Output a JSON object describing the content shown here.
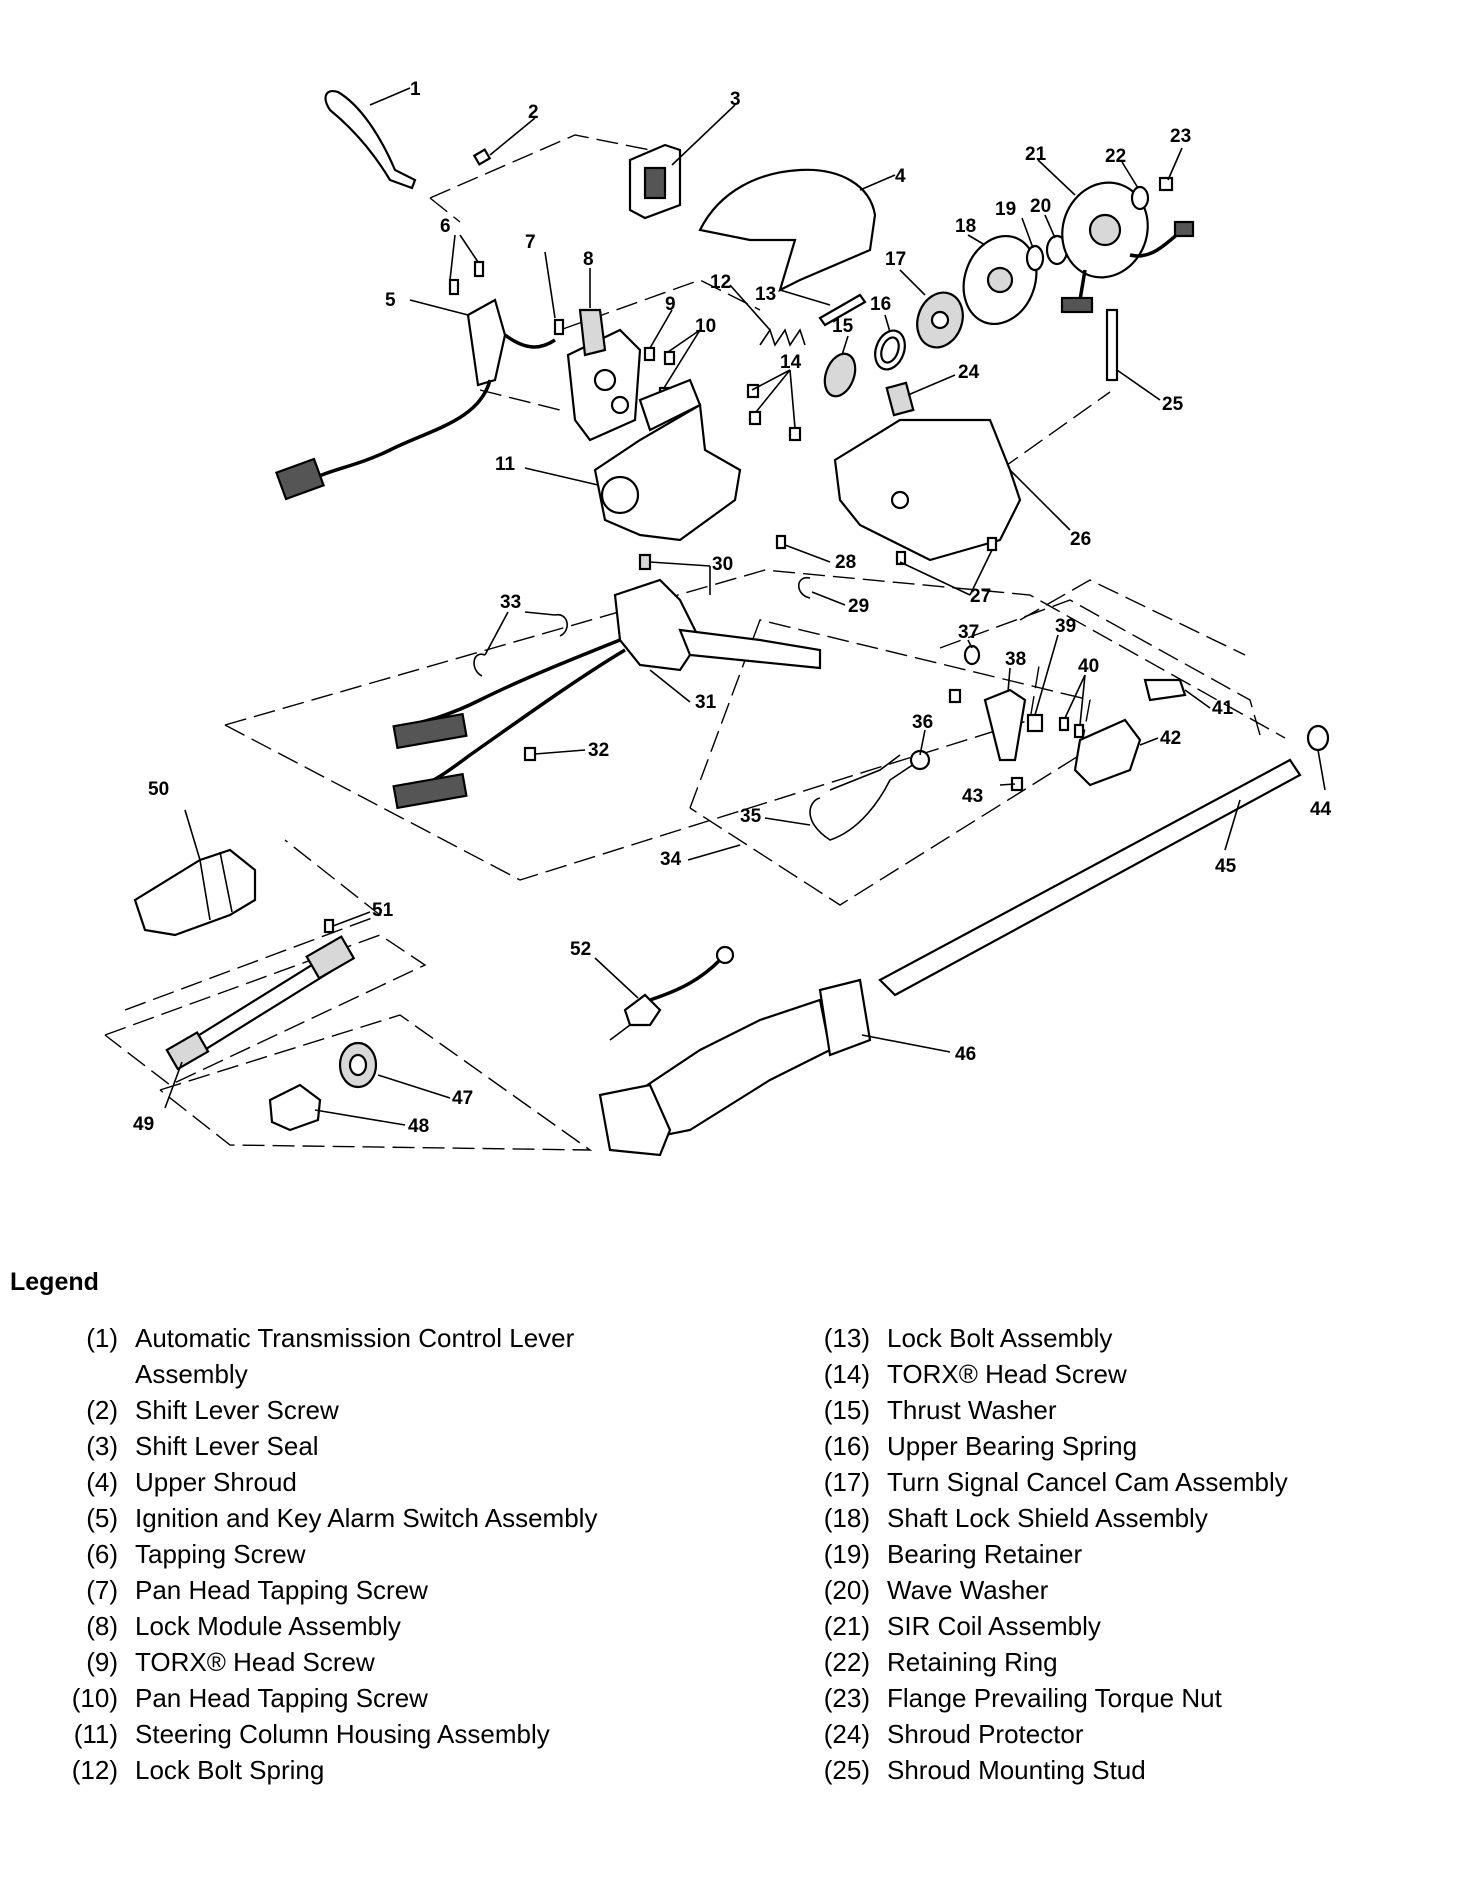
{
  "legend": {
    "title": "Legend",
    "left": [
      {
        "num": "(1)",
        "text": "Automatic Transmission Control Lever Assembly"
      },
      {
        "num": "(2)",
        "text": "Shift Lever Screw"
      },
      {
        "num": "(3)",
        "text": "Shift Lever Seal"
      },
      {
        "num": "(4)",
        "text": "Upper Shroud"
      },
      {
        "num": "(5)",
        "text": "Ignition and Key Alarm Switch Assembly"
      },
      {
        "num": "(6)",
        "text": "Tapping Screw"
      },
      {
        "num": "(7)",
        "text": "Pan Head Tapping Screw"
      },
      {
        "num": "(8)",
        "text": "Lock Module Assembly"
      },
      {
        "num": "(9)",
        "text": "TORX® Head Screw"
      },
      {
        "num": "(10)",
        "text": "Pan Head Tapping Screw"
      },
      {
        "num": "(11)",
        "text": "Steering Column Housing Assembly"
      },
      {
        "num": "(12)",
        "text": "Lock Bolt Spring"
      }
    ],
    "right": [
      {
        "num": "(13)",
        "text": "Lock Bolt Assembly"
      },
      {
        "num": "(14)",
        "text": "TORX® Head Screw"
      },
      {
        "num": "(15)",
        "text": "Thrust Washer"
      },
      {
        "num": "(16)",
        "text": "Upper Bearing Spring"
      },
      {
        "num": "(17)",
        "text": "Turn Signal Cancel Cam Assembly"
      },
      {
        "num": "(18)",
        "text": "Shaft Lock Shield Assembly"
      },
      {
        "num": "(19)",
        "text": "Bearing Retainer"
      },
      {
        "num": "(20)",
        "text": "Wave Washer"
      },
      {
        "num": "(21)",
        "text": "SIR Coil Assembly"
      },
      {
        "num": "(22)",
        "text": "Retaining Ring"
      },
      {
        "num": "(23)",
        "text": "Flange Prevailing Torque Nut"
      },
      {
        "num": "(24)",
        "text": "Shroud Protector"
      },
      {
        "num": "(25)",
        "text": "Shroud Mounting Stud"
      }
    ]
  },
  "callouts": {
    "c1": "1",
    "c2": "2",
    "c3": "3",
    "c4": "4",
    "c5": "5",
    "c6": "6",
    "c7": "7",
    "c8": "8",
    "c9": "9",
    "c10": "10",
    "c11": "11",
    "c12": "12",
    "c13": "13",
    "c14": "14",
    "c15": "15",
    "c16": "16",
    "c17": "17",
    "c18": "18",
    "c19": "19",
    "c20": "20",
    "c21": "21",
    "c22": "22",
    "c23": "23",
    "c24": "24",
    "c25": "25",
    "c26": "26",
    "c27": "27",
    "c28": "28",
    "c29": "29",
    "c30": "30",
    "c31": "31",
    "c32": "32",
    "c33": "33",
    "c34": "34",
    "c35": "35",
    "c36": "36",
    "c37": "37",
    "c38": "38",
    "c39": "39",
    "c40": "40",
    "c41": "41",
    "c42": "42",
    "c43": "43",
    "c44": "44",
    "c45": "45",
    "c46": "46",
    "c47": "47",
    "c48": "48",
    "c49": "49",
    "c50": "50",
    "c51": "51",
    "c52": "52"
  }
}
